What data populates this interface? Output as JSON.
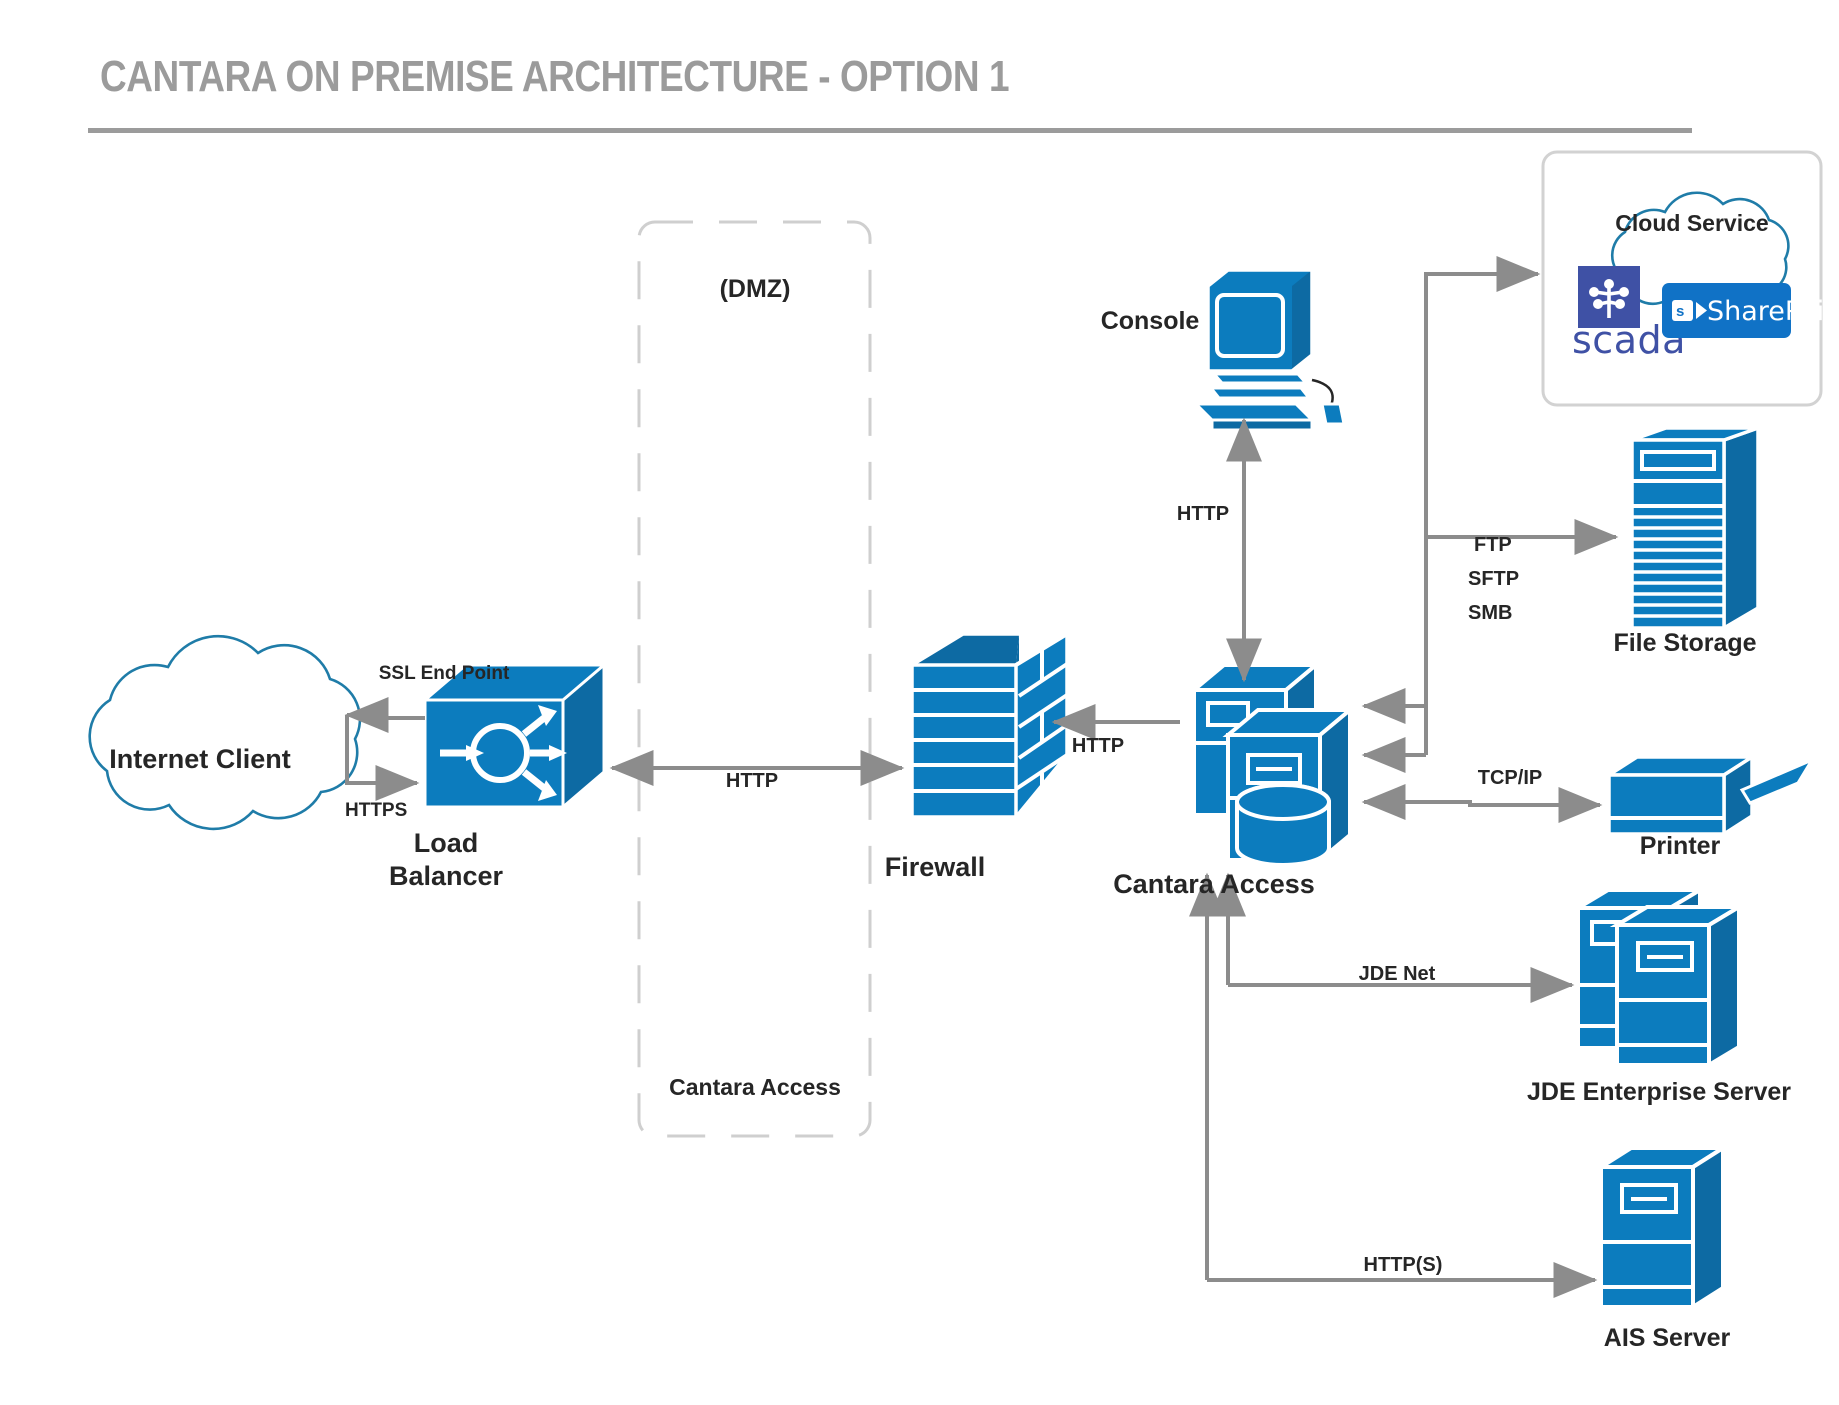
{
  "title": "CANTARA ON PREMISE ARCHITECTURE - OPTION 1",
  "colors": {
    "brand_blue": "#0c7cbe",
    "brand_blue_dark": "#0d6aa3",
    "arrow_gray": "#8c8c8c",
    "title_gray": "#9b9b9b",
    "text_dark": "#262626",
    "cloud_outline": "#1f7ca8",
    "dmz_border": "#cfcfcf",
    "scada_purple": "#3f51a5",
    "sharepoint_blue": "#1072c6"
  },
  "zones": {
    "dmz_label": "(DMZ)",
    "dmz_inner_label": "Cantara Access"
  },
  "nodes": {
    "internet_client": "Internet Client",
    "load_balancer": "Load\nBalancer",
    "load_balancer_line1": "Load",
    "load_balancer_line2": "Balancer",
    "firewall": "Firewall",
    "console": "Console",
    "cantara_access": "Cantara Access",
    "cloud_service": "Cloud Service",
    "scada": "scada",
    "sharepoint": "SharePoint",
    "file_storage": "File Storage",
    "printer": "Printer",
    "jde_enterprise_server": "JDE Enterprise Server",
    "ais_server": "AIS Server"
  },
  "connections": [
    {
      "id": "ssl-end-point",
      "label": "SSL End Point",
      "from": "load-balancer",
      "to": "internet-client"
    },
    {
      "id": "https",
      "label": "HTTPS",
      "from": "internet-client",
      "to": "load-balancer"
    },
    {
      "id": "http-lb-fw",
      "label": "HTTP",
      "from": "load-balancer",
      "to": "firewall",
      "bidirectional": true
    },
    {
      "id": "http-fw-cantara",
      "label": "HTTP",
      "from": "cantara-access",
      "to": "firewall"
    },
    {
      "id": "http-console",
      "label": "HTTP",
      "from": "cantara-access",
      "to": "console",
      "bidirectional": true
    },
    {
      "id": "cloud-link",
      "label": "",
      "from": "cantara-access",
      "to": "cloud-service"
    },
    {
      "id": "file-transfer",
      "label": "FTP\nSFTP\nSMB",
      "label_lines": [
        "FTP",
        "SFTP",
        "SMB"
      ],
      "from": "cantara-access",
      "to": "file-storage"
    },
    {
      "id": "tcpip",
      "label": "TCP/IP",
      "from": "cantara-access",
      "to": "printer"
    },
    {
      "id": "jde-net",
      "label": "JDE Net",
      "from": "cantara-access",
      "to": "jde-enterprise-server"
    },
    {
      "id": "https-ais",
      "label": "HTTP(S)",
      "from": "cantara-access",
      "to": "ais-server"
    }
  ],
  "edge_labels": {
    "ssl_end_point": "SSL End Point",
    "https": "HTTPS",
    "http_lb_fw": "HTTP",
    "http_fw_cantara": "HTTP",
    "http_console": "HTTP",
    "ftp": "FTP",
    "sftp": "SFTP",
    "smb": "SMB",
    "tcpip": "TCP/IP",
    "jde_net": "JDE Net",
    "https_ais": "HTTP(S)"
  }
}
